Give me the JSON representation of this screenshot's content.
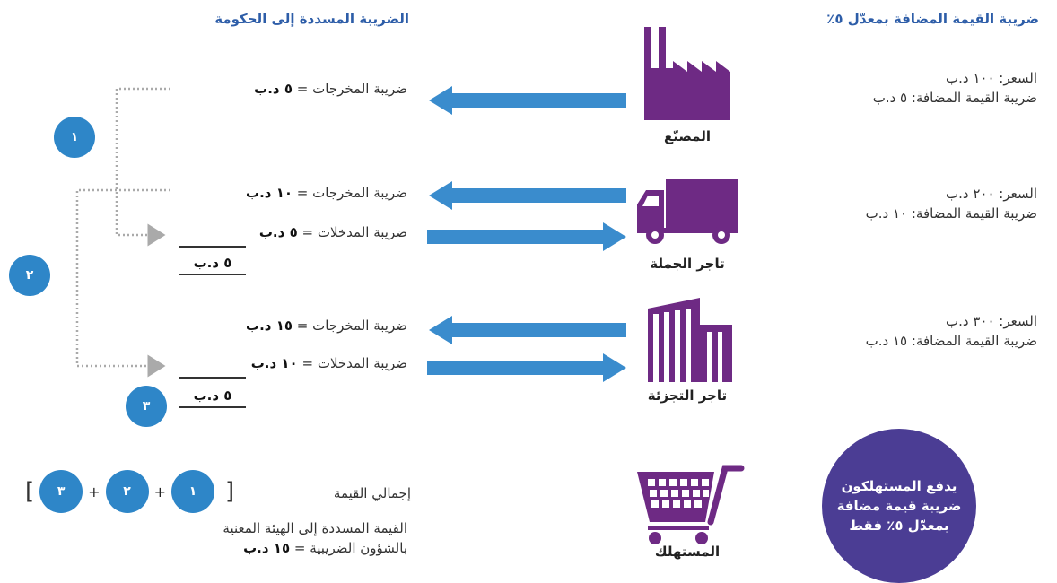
{
  "header": {
    "left": "الضريبة المسددة إلى الحكومة",
    "right": "ضريبة القيمة المضافة بمعدّل ٥٪"
  },
  "entities": {
    "factory": {
      "name": "المصنّع",
      "price": "السعر: ١٠٠ د.ب",
      "vat": "ضريبة القيمة المضافة: ٥ د.ب"
    },
    "wholesaler": {
      "name": "تاجر الجملة",
      "price": "السعر: ٢٠٠ د.ب",
      "vat": "ضريبة القيمة المضافة: ١٠ د.ب"
    },
    "retailer": {
      "name": "تاجر التجزئة",
      "price": "السعر: ٣٠٠ د.ب",
      "vat": "ضريبة القيمة المضافة: ١٥ د.ب"
    },
    "consumer": {
      "name": "المستهلك"
    }
  },
  "tax_rows": {
    "r1_output_label": "ضريبة المخرجات =",
    "r1_output_value": "٥ د.ب",
    "r2_output_label": "ضريبة المخرجات =",
    "r2_output_value": "١٠ د.ب",
    "r2_input_label": "ضريبة المدخلات  =",
    "r2_input_value": "٥ د.ب",
    "r2_net": "٥ د.ب",
    "r3_output_label": "ضريبة المخرجات =",
    "r3_output_value": "١٥ د.ب",
    "r3_input_label": "ضريبة المدخلات  =",
    "r3_input_value": "١٠ د.ب",
    "r3_net": "٥ د.ب"
  },
  "markers": {
    "one": "١",
    "two": "٢",
    "three": "٣"
  },
  "total": {
    "label": "إجمالي القيمة",
    "bracket_open": "[",
    "bracket_close": "]",
    "plus": "+"
  },
  "footer": {
    "line1": "القيمة المسددة إلى الهيئة المعنية",
    "line2_label": "بالشؤون الضريبية =",
    "line2_value": "١٥ د.ب"
  },
  "consumer_note": {
    "line1": "يدفع المستهلكون",
    "line2": "ضريبة قيمة مضافة",
    "line3": "بمعدّل ٥٪ فقط"
  },
  "colors": {
    "arrow": "#3a8ccd",
    "icon": "#6e2a84",
    "marker": "#2e86c8",
    "note": "#4b3d94",
    "header": "#2d5da8"
  }
}
